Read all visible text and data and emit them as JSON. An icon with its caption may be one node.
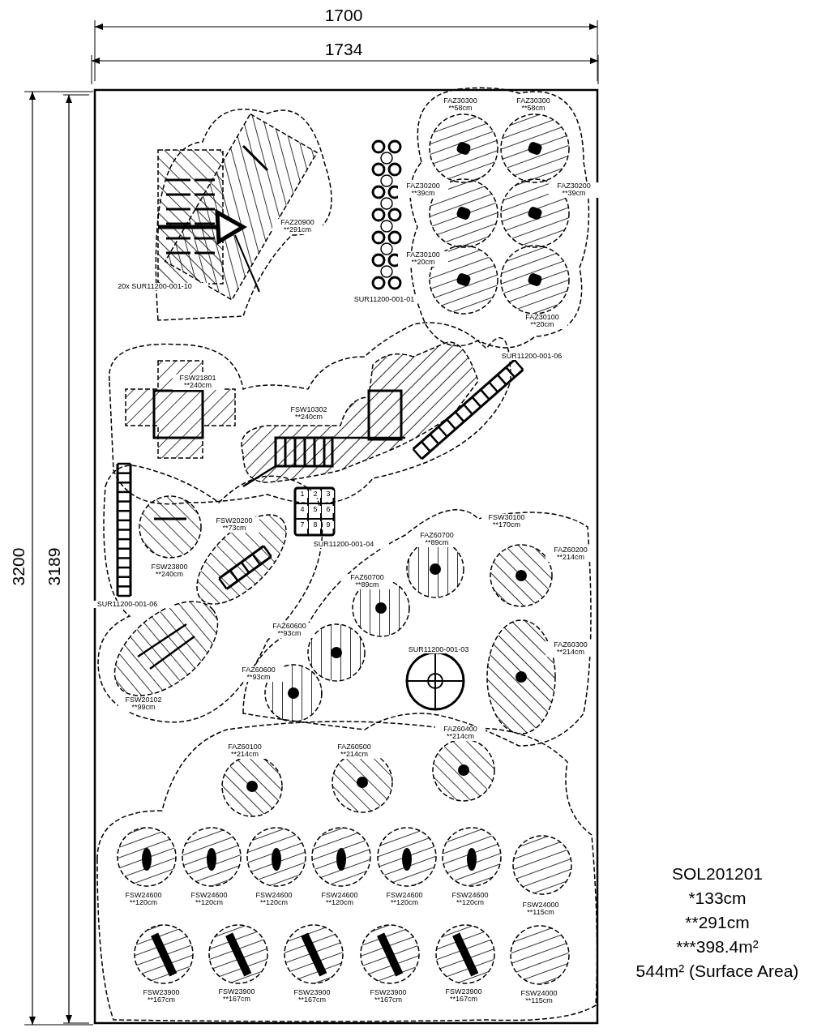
{
  "diagram": {
    "labels": [
      "1700",
      "1734",
      "3200",
      "3189",
      "FAZ30300 **58cm",
      "FAZ30300 **58cm",
      "FAZ30200 **39cm",
      "FAZ30200 **39cm",
      "FAZ20900 **291cm",
      "FAZ30100 **20cm",
      "20x SUR11200-001-10",
      "SUR11200-001-01",
      "FAZ30100 **20cm",
      "SUR11200-001-06",
      "FSW21801 **240cm",
      "FSW10302 **240cm",
      "1",
      "2",
      "3",
      "4",
      "5",
      "6",
      "7",
      "8",
      "9",
      "FSW30100 **170cm",
      "FAZ60700 **89cm",
      "FSW20200 **73cm",
      "SUR11200-001-04",
      "FAZ60200 **214cm",
      "FSW23800 **240cm",
      "FAZ60700 **89cm",
      "SUR11200-001-06",
      "FAZ60600 **93cm",
      "SUR11200-001-03",
      "FAZ60300 **214cm",
      "FAZ60600 **93cm",
      "FSW20102 **99cm",
      "FAZ60400 **214cm",
      "FAZ60100 **214cm",
      "FAZ60500 **214cm",
      "FSW24600 **120cm",
      "FSW24600 **120cm",
      "FSW24600 **120cm",
      "FSW24600 **120cm",
      "FSW24600 **120cm",
      "FSW24600 **120cm",
      "FSW24000 **115cm",
      "FSW23900 **167cm",
      "FSW23900 **167cm",
      "FSW23900 **167cm",
      "FSW23900 **167cm",
      "FSW23900 **167cm",
      "FSW24000 **115cm",
      "SOL201201",
      "*133cm",
      "**291cm",
      "***398.4m²",
      "544m² (Surface Area)"
    ]
  }
}
